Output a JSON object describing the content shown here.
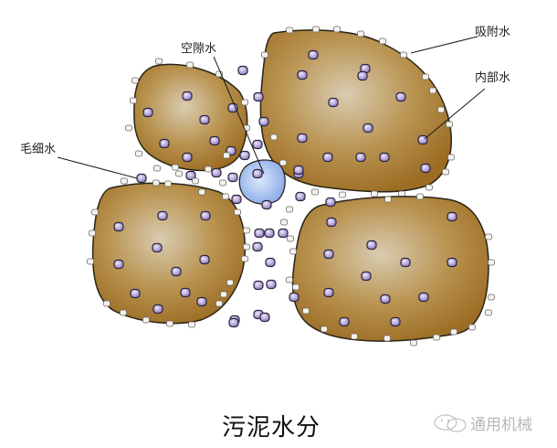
{
  "diagram": {
    "title": "污泥水分",
    "labels": {
      "pore_water": "空隙水",
      "capillary_water": "毛细水",
      "adsorbed_water": "吸附水",
      "internal_water": "内部水"
    },
    "watermark": "通用机械",
    "colors": {
      "particle_fill_center": "#d6c6a6",
      "particle_fill_edge": "#a8772a",
      "particle_stroke": "#2a2418",
      "water_molecule": "#b7a8d8",
      "adsorbed_marker": "#f4f1ea",
      "bubble": "#9dbcef"
    }
  }
}
